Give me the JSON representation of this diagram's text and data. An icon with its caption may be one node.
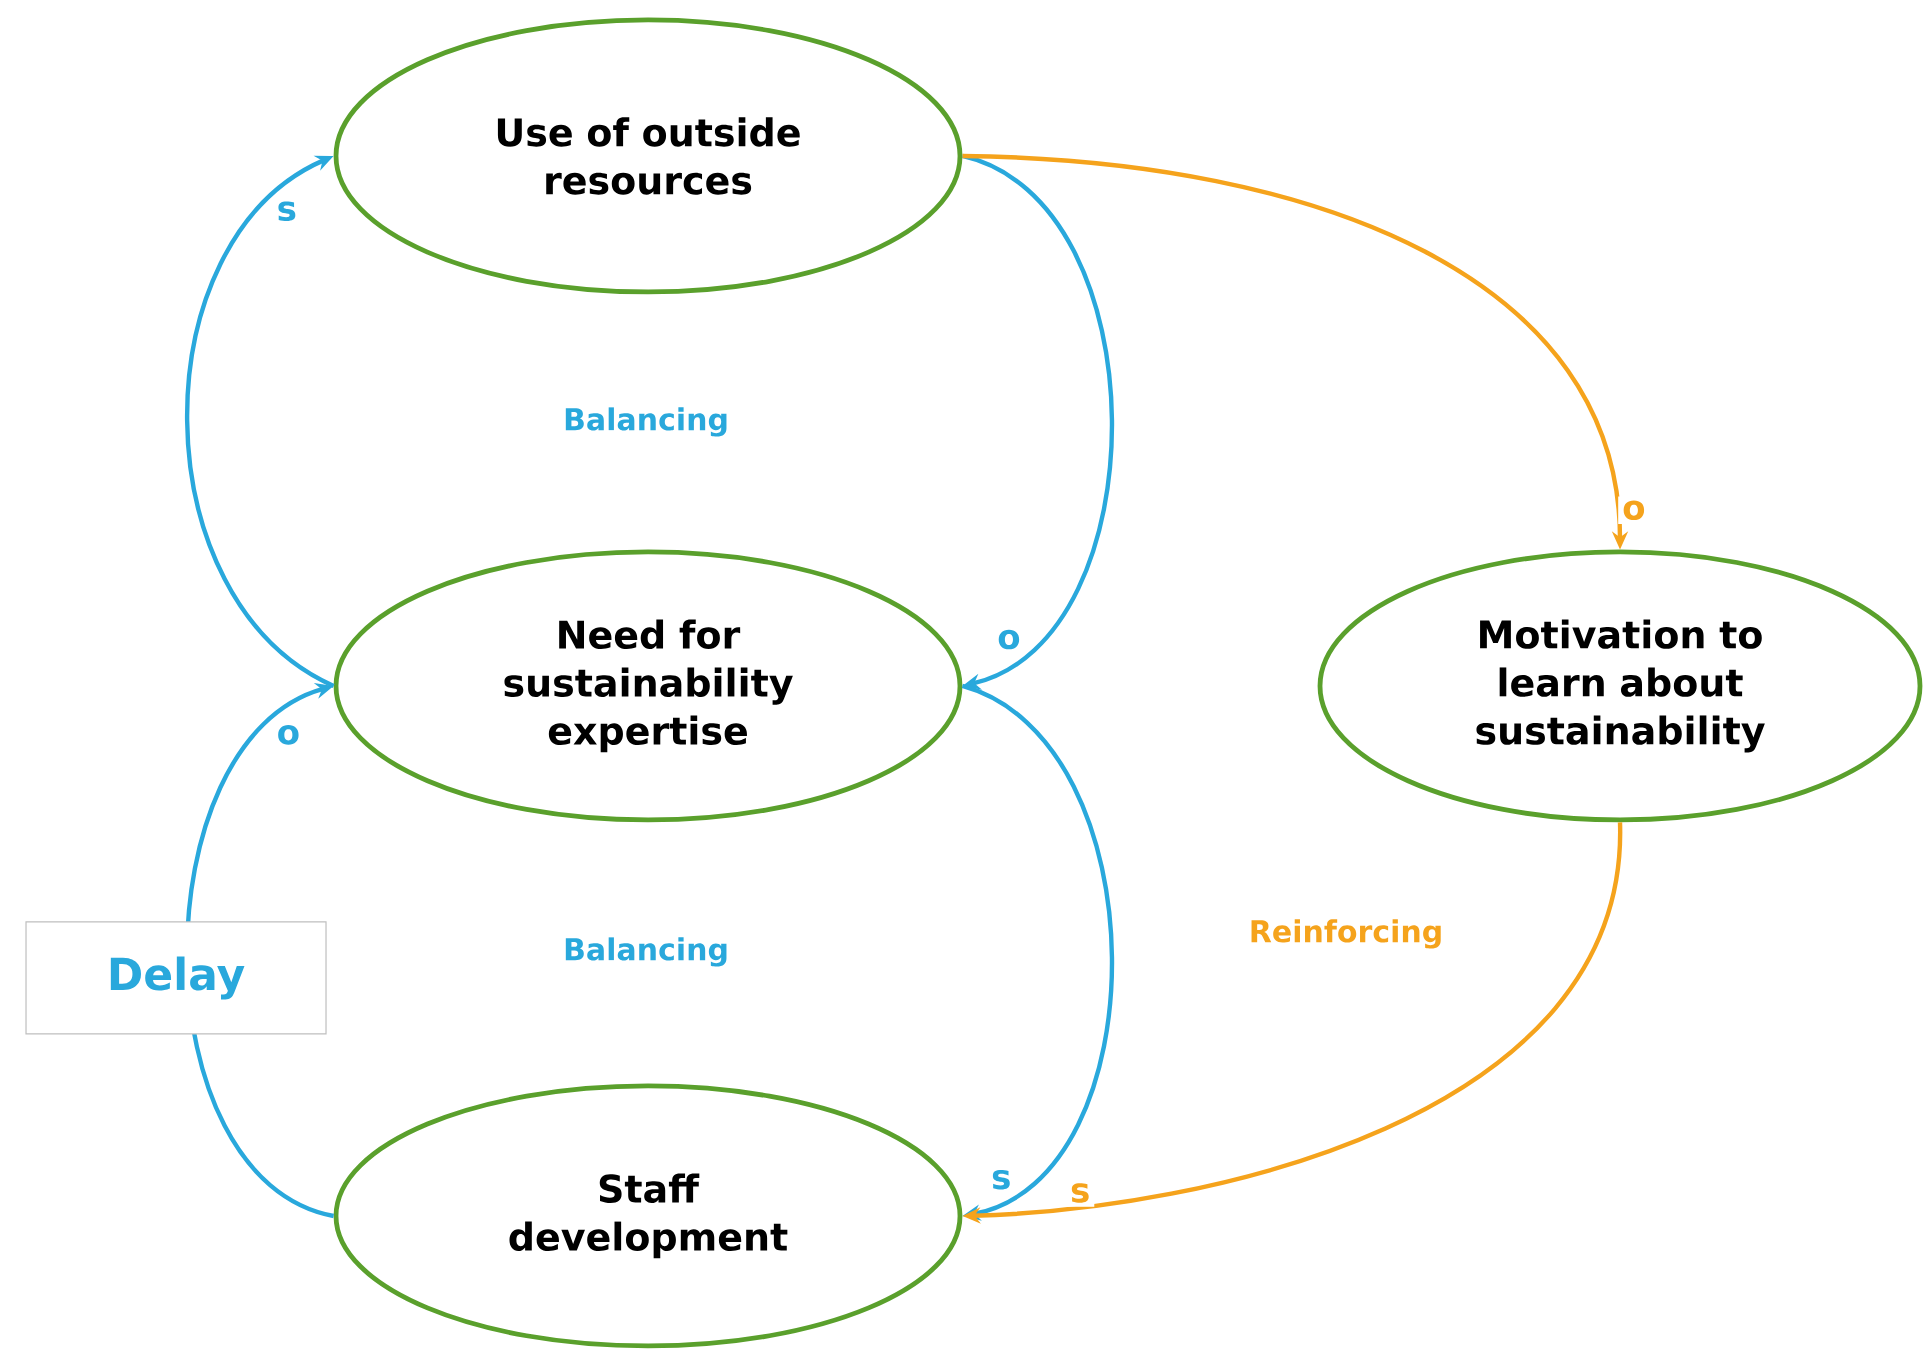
{
  "diagram": {
    "nodes": [
      {
        "text": [
          "Use of outside resources"
        ]
      },
      {
        "text": [
          "Need for sustainability expertise"
        ]
      },
      {
        "text": [
          "Staff development"
        ]
      },
      {
        "text": [
          "Motivation to learn about sustainability"
        ]
      }
    ],
    "edges": [
      {
        "from": 1,
        "to": 0,
        "arrow": "to",
        "label": "s"
      },
      {
        "from": 0,
        "to": 1,
        "arrow": "to",
        "label": "o"
      },
      {
        "from": 2,
        "to": 1,
        "arrow": "to",
        "label": "o"
      },
      {
        "from": 1,
        "to": 2,
        "arrow": "to",
        "label": "s"
      },
      {
        "from": 0,
        "to": 3,
        "arrow": "to",
        "label": "o",
        "color": "#f5a31c"
      },
      {
        "from": 3,
        "to": 2,
        "arrow": "to",
        "label": "s",
        "color": "#f5a31c"
      }
    ],
    "labels": [
      "Balancing",
      "Delay",
      "Balancing",
      "Reinforcing"
    ]
  }
}
